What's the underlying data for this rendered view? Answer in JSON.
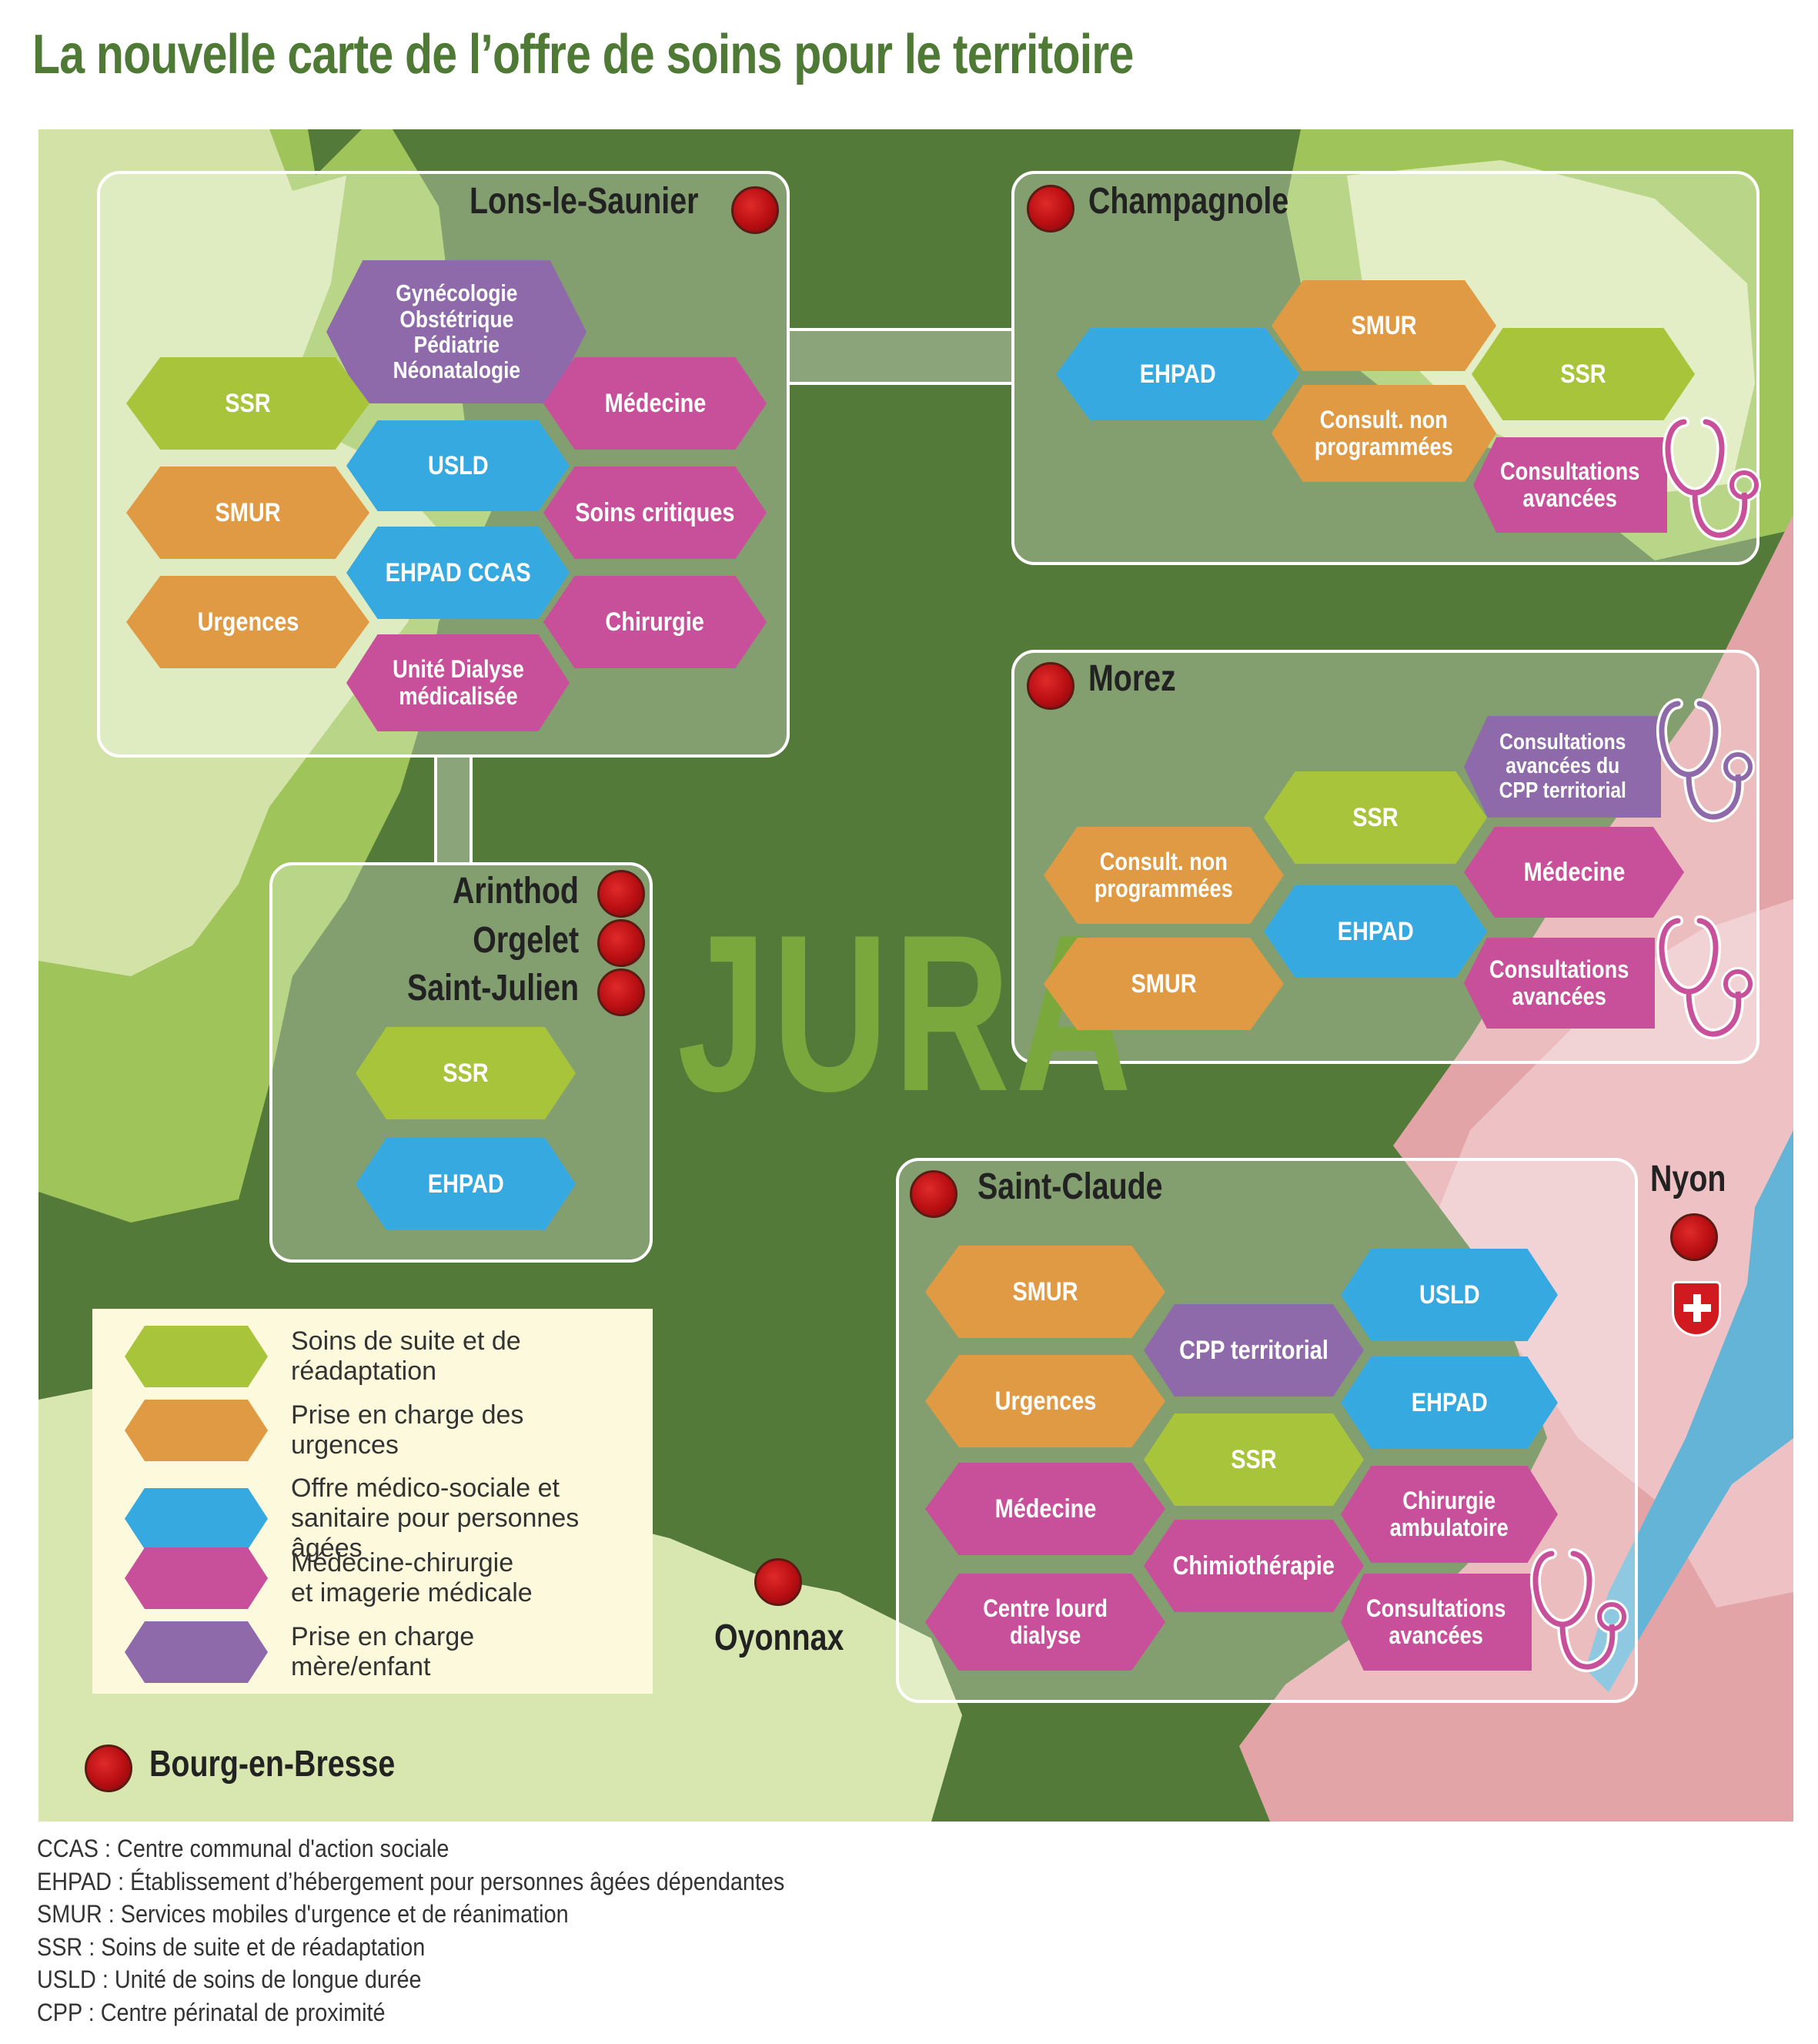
{
  "title": "La nouvelle carte de l’offre de soins pour le territoire",
  "colors": {
    "ssr": "#a8c43a",
    "urgences": "#e09a43",
    "medico_social": "#36a9e1",
    "mco": "#c8509a",
    "mere_enfant": "#8e6aab",
    "map_dark_green": "#547a3a",
    "map_light_green": "#d8e6b0",
    "map_mid_green": "#9fc55a",
    "map_pink": "#e3a4a7",
    "map_blue": "#63b4d6",
    "title_green": "#4f7a35"
  },
  "map_label": "JURA",
  "sites": {
    "lons": {
      "name": "Lons-le-Saunier",
      "services": {
        "gyneco": "Gynécologie\nObstétrique\nPédiatrie\nNéonatalogie",
        "ssr": "SSR",
        "medecine": "Médecine",
        "usld": "USLD",
        "smur": "SMUR",
        "soins_critiques": "Soins critiques",
        "ehpad_ccas": "EHPAD CCAS",
        "urgences": "Urgences",
        "chirurgie": "Chirurgie",
        "dialyse": "Unité Dialyse\nmédicalisée"
      }
    },
    "champagnole": {
      "name": "Champagnole",
      "services": {
        "ehpad": "EHPAD",
        "smur": "SMUR",
        "ssr": "SSR",
        "consult_np": "Consult. non\nprogrammées",
        "consult_av": "Consultations\navancées"
      }
    },
    "morez": {
      "name": "Morez",
      "services": {
        "consult_cpp": "Consultations\navancées du\nCPP territorial",
        "ssr": "SSR",
        "consult_np": "Consult. non\nprogrammées",
        "medecine": "Médecine",
        "ehpad": "EHPAD",
        "smur": "SMUR",
        "consult_av": "Consultations\navancées"
      }
    },
    "arinthod": {
      "names": [
        "Arinthod",
        "Orgelet",
        "Saint-Julien"
      ],
      "services": {
        "ssr": "SSR",
        "ehpad": "EHPAD"
      }
    },
    "saint_claude": {
      "name": "Saint-Claude",
      "services": {
        "smur": "SMUR",
        "usld": "USLD",
        "cpp": "CPP territorial",
        "urgences": "Urgences",
        "ehpad": "EHPAD",
        "ssr": "SSR",
        "medecine": "Médecine",
        "chirurgie_amb": "Chirurgie\nambulatoire",
        "chimio": "Chimiothérapie",
        "dialyse": "Centre lourd\ndialyse",
        "consult_av": "Consultations\navancées"
      }
    }
  },
  "other_cities": {
    "nyon": "Nyon",
    "oyonnax": "Oyonnax",
    "bourg": "Bourg-en-Bresse"
  },
  "legend": [
    {
      "label": "Soins de suite et de réadaptation",
      "color": "#a8c43a"
    },
    {
      "label": "Prise en charge des urgences",
      "color": "#e09a43"
    },
    {
      "label": "Offre médico-sociale et\nsanitaire pour personnes âgées",
      "color": "#36a9e1"
    },
    {
      "label": "Médecine-chirurgie\net imagerie médicale",
      "color": "#c8509a"
    },
    {
      "label": "Prise en charge mère/enfant",
      "color": "#8e6aab"
    }
  ],
  "definitions": [
    "CCAS : Centre communal d'action sociale",
    "EHPAD : Établissement d’hébergement pour personnes âgées dépendantes",
    "SMUR : Services mobiles d'urgence et de réanimation",
    "SSR : Soins de suite et de réadaptation",
    "USLD : Unité de soins de longue durée",
    "CPP : Centre périnatal de proximité"
  ],
  "icons": [
    "stethoscope-icon",
    "swiss-flag-icon",
    "city-marker-icon"
  ]
}
